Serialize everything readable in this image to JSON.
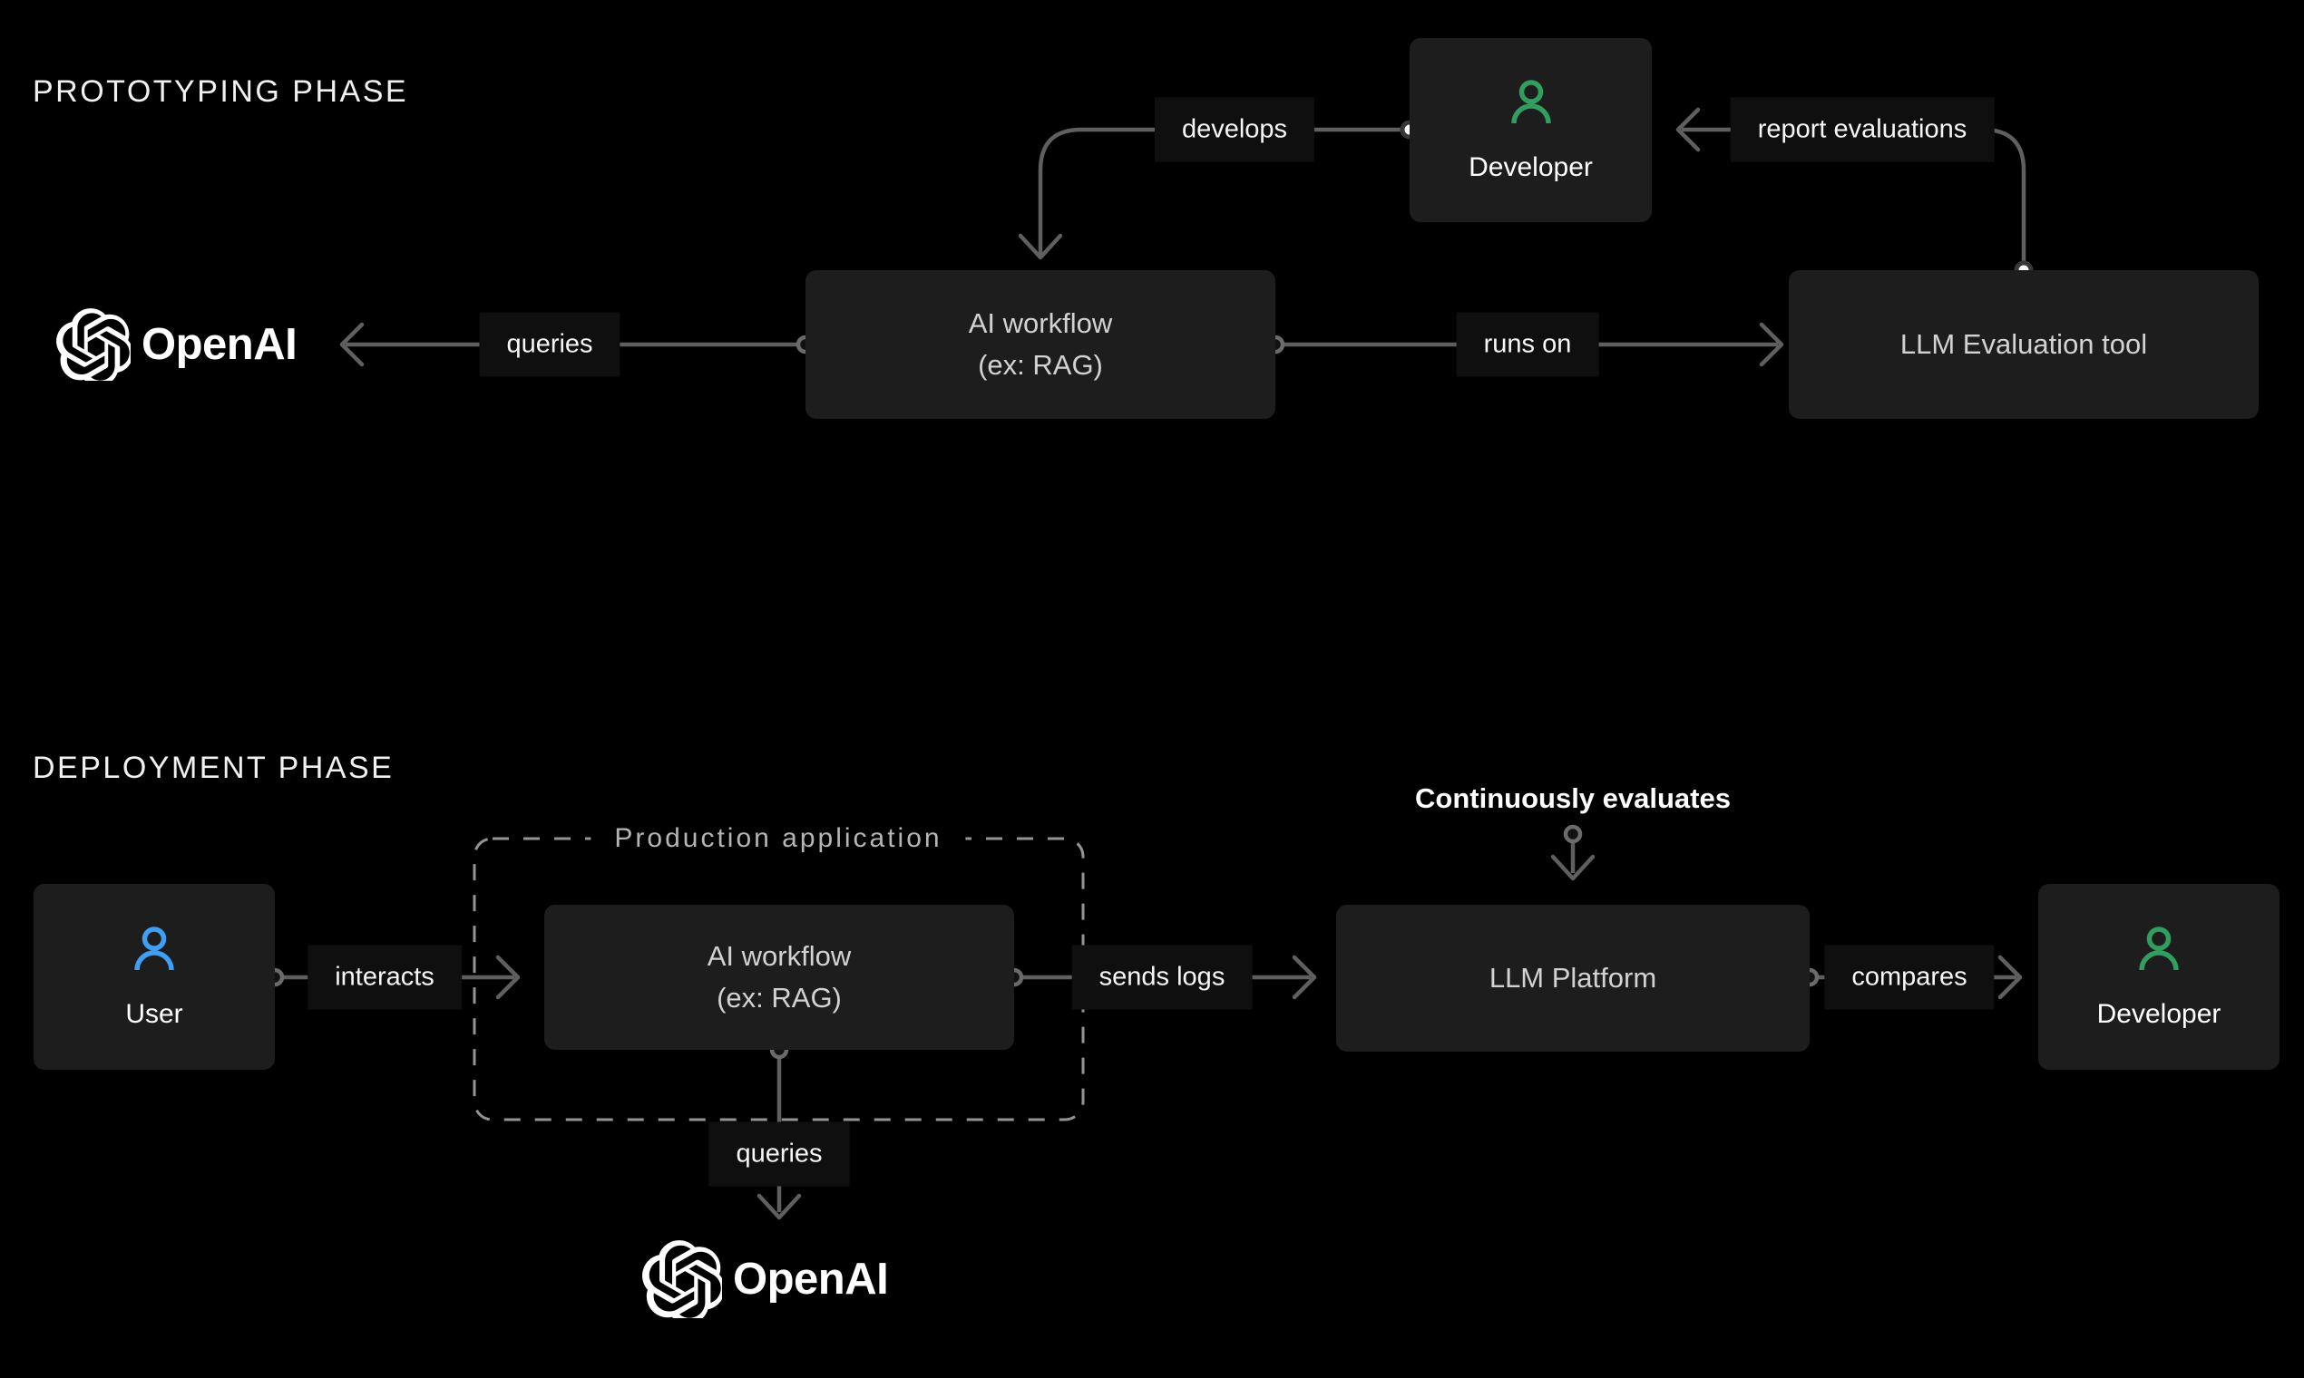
{
  "prototyping": {
    "title": "PROTOTYPING PHASE",
    "openai_wordmark": "OpenAI",
    "developer_label": "Developer",
    "ai_workflow_line1": "AI workflow",
    "ai_workflow_line2": "(ex: RAG)",
    "llm_eval_label": "LLM Evaluation tool",
    "edge_develops": "develops",
    "edge_queries": "queries",
    "edge_runs_on": "runs on",
    "edge_report_evaluations": "report evaluations"
  },
  "deployment": {
    "title": "DEPLOYMENT PHASE",
    "annotation_continuously_evaluates": "Continuously evaluates",
    "production_app_label": "Production application",
    "user_label": "User",
    "ai_workflow_line1": "AI workflow",
    "ai_workflow_line2": "(ex: RAG)",
    "llm_platform_label": "LLM Platform",
    "developer_label": "Developer",
    "openai_wordmark": "OpenAI",
    "edge_interacts": "interacts",
    "edge_sends_logs": "sends logs",
    "edge_compares": "compares",
    "edge_queries": "queries"
  },
  "colors": {
    "background": "#000000",
    "node_background": "#1d1d1d",
    "connector_line": "#5f5f5f",
    "dashed_border": "#949494",
    "developer_icon_green": "#2f9e5f",
    "user_icon_blue": "#3f9ff5",
    "white_dot": "#ffffff"
  }
}
